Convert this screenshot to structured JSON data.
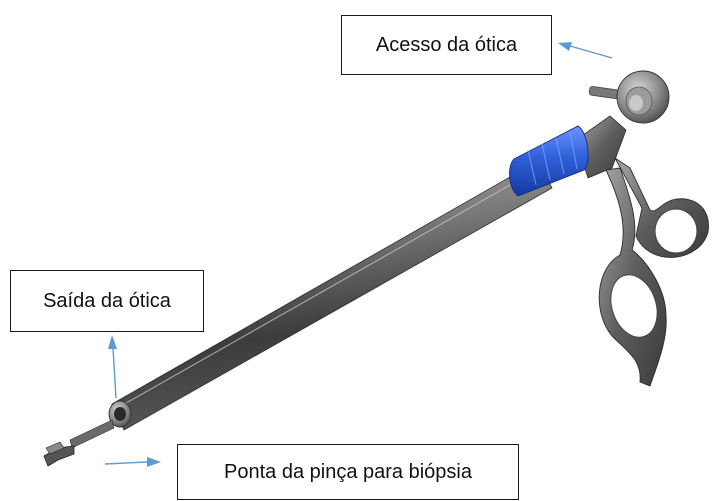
{
  "labels": {
    "optic_access": "Acesso da ótica",
    "optic_exit": "Saída da ótica",
    "forceps_tip": "Ponta da pinça para biópsia"
  },
  "colors": {
    "arrow": "#5b9bd5",
    "shaft_dark": "#3e3e3e",
    "shaft_light": "#9a9a9a",
    "knob_blue": "#2f5fd8",
    "box_border": "#1a1a1a"
  }
}
